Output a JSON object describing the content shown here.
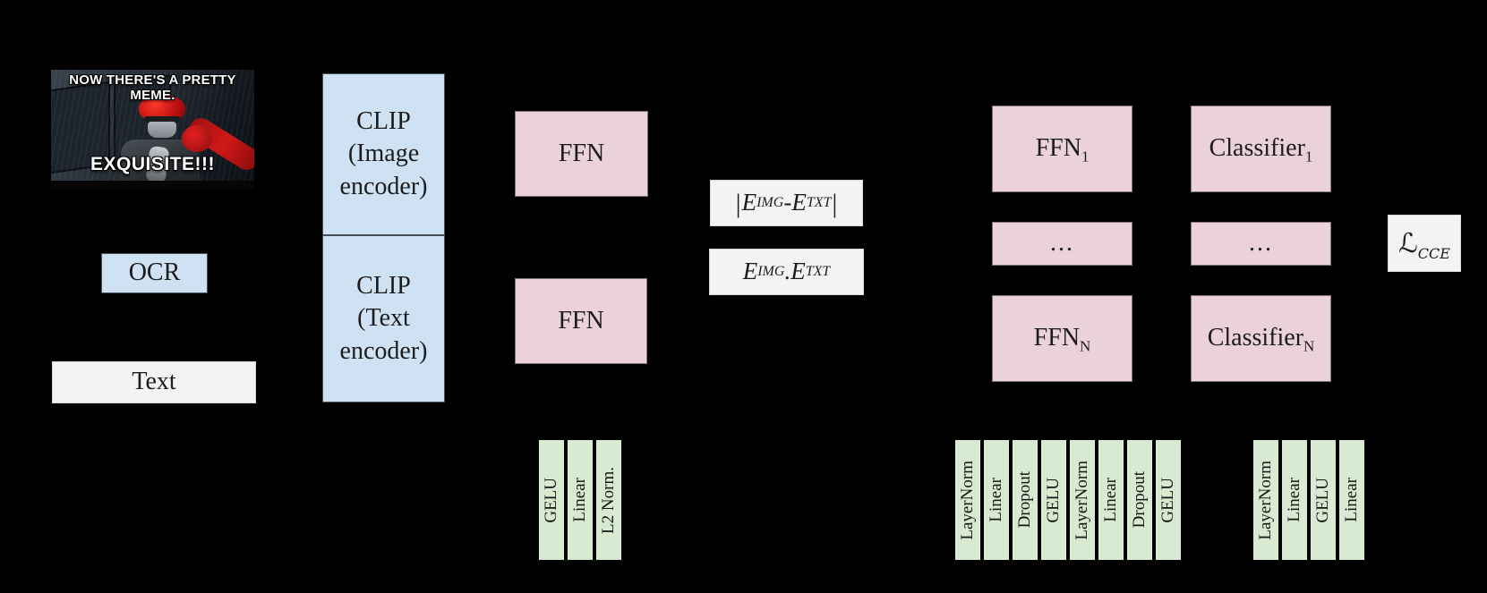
{
  "palette": {
    "blue": "#cfe2f3",
    "pink": "#ead1dc",
    "green": "#d9ead3",
    "light": "#f3f3f3",
    "background": "#000000"
  },
  "meme": {
    "top_caption": "NOW THERE'S A PRETTY MEME.",
    "bottom_caption": "EXQUISITE!!!"
  },
  "nodes": {
    "ocr": {
      "label": "OCR"
    },
    "text_input": {
      "label": "Text"
    },
    "clip_image": {
      "line1": "CLIP",
      "line2": "(Image",
      "line3": "encoder)"
    },
    "clip_text": {
      "line1": "CLIP",
      "line2": "(Text",
      "line3": "encoder)"
    },
    "ffn_image": {
      "label": "FFN"
    },
    "ffn_text": {
      "label": "FFN"
    },
    "ffn_1": {
      "label": "FFN",
      "sub": "1"
    },
    "ffn_dots": {
      "label": "..."
    },
    "ffn_n": {
      "label": "FFN",
      "sub": "N"
    },
    "classifier_1": {
      "label": "Classifier",
      "sub": "1"
    },
    "classifier_dots": {
      "label": "..."
    },
    "classifier_n": {
      "label": "Classifier",
      "sub": "N"
    },
    "loss": {
      "symbol": "ℒ",
      "sub": "CCE"
    }
  },
  "formulas": {
    "abs_diff": {
      "open": "|",
      "e1": "E",
      "sub1": "IMG",
      "op": "- ",
      "e2": "E",
      "sub2": "TXT",
      "close": "|"
    },
    "dot_product": {
      "e1": "E",
      "sub1": "IMG",
      "op": ". ",
      "e2": "E",
      "sub2": "TXT"
    }
  },
  "layer_stacks": {
    "ffn_detail": {
      "layers": [
        "GELU",
        "Linear",
        "L2 Norm."
      ]
    },
    "ffn_n_detail": {
      "layers": [
        "LayerNorm",
        "Linear",
        "Dropout",
        "GELU",
        "LayerNorm",
        "Linear",
        "Dropout",
        "GELU"
      ]
    },
    "classifier_detail": {
      "layers": [
        "LayerNorm",
        "Linear",
        "GELU",
        "Linear"
      ]
    }
  }
}
